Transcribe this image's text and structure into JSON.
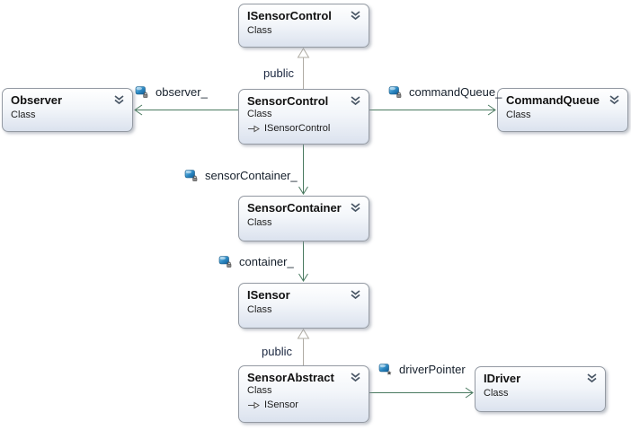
{
  "diagram": {
    "type": "class-diagram",
    "nodes": [
      {
        "id": "isensorcontrol",
        "title": "ISensorControl",
        "kind": "Class"
      },
      {
        "id": "observer",
        "title": "Observer",
        "kind": "Class"
      },
      {
        "id": "sensorcontrol",
        "title": "SensorControl",
        "kind": "Class",
        "implements": "ISensorControl"
      },
      {
        "id": "commandqueue",
        "title": "CommandQueue",
        "kind": "Class"
      },
      {
        "id": "sensorcontainer",
        "title": "SensorContainer",
        "kind": "Class"
      },
      {
        "id": "isensor",
        "title": "ISensor",
        "kind": "Class"
      },
      {
        "id": "sensorabstract",
        "title": "SensorAbstract",
        "kind": "Class",
        "implements": "ISensor"
      },
      {
        "id": "idriver",
        "title": "IDriver",
        "kind": "Class"
      }
    ],
    "edges": {
      "inherit_sensorcontrol_isensorcontrol": {
        "label": "public",
        "type": "inheritance"
      },
      "inherit_sensorabstract_isensor": {
        "label": "public",
        "type": "inheritance"
      },
      "assoc_observer": {
        "label": "observer_",
        "icon": "field-private-icon"
      },
      "assoc_commandqueue": {
        "label": "commandQueue_",
        "icon": "field-private-icon"
      },
      "assoc_sensorcontainer": {
        "label": "sensorContainer_",
        "icon": "field-private-icon"
      },
      "assoc_container": {
        "label": "container_",
        "icon": "field-private-icon"
      },
      "assoc_driverpointer": {
        "label": "driverPointer",
        "icon": "field-friend-icon"
      }
    },
    "icons": {
      "field-private-icon": "blue cube with padlock overlay",
      "field-friend-icon": "blue cube with star overlay",
      "collapse-chevron-icon": "double chevron down",
      "implements-arrow-icon": "line with hollow triangle arrow"
    },
    "colors": {
      "association": "#4a7a60",
      "inheritance": "#b0aca4",
      "node_border": "#949aa3",
      "node_gradient_bottom": "#dbe2ee",
      "background": "#ffffff"
    }
  }
}
